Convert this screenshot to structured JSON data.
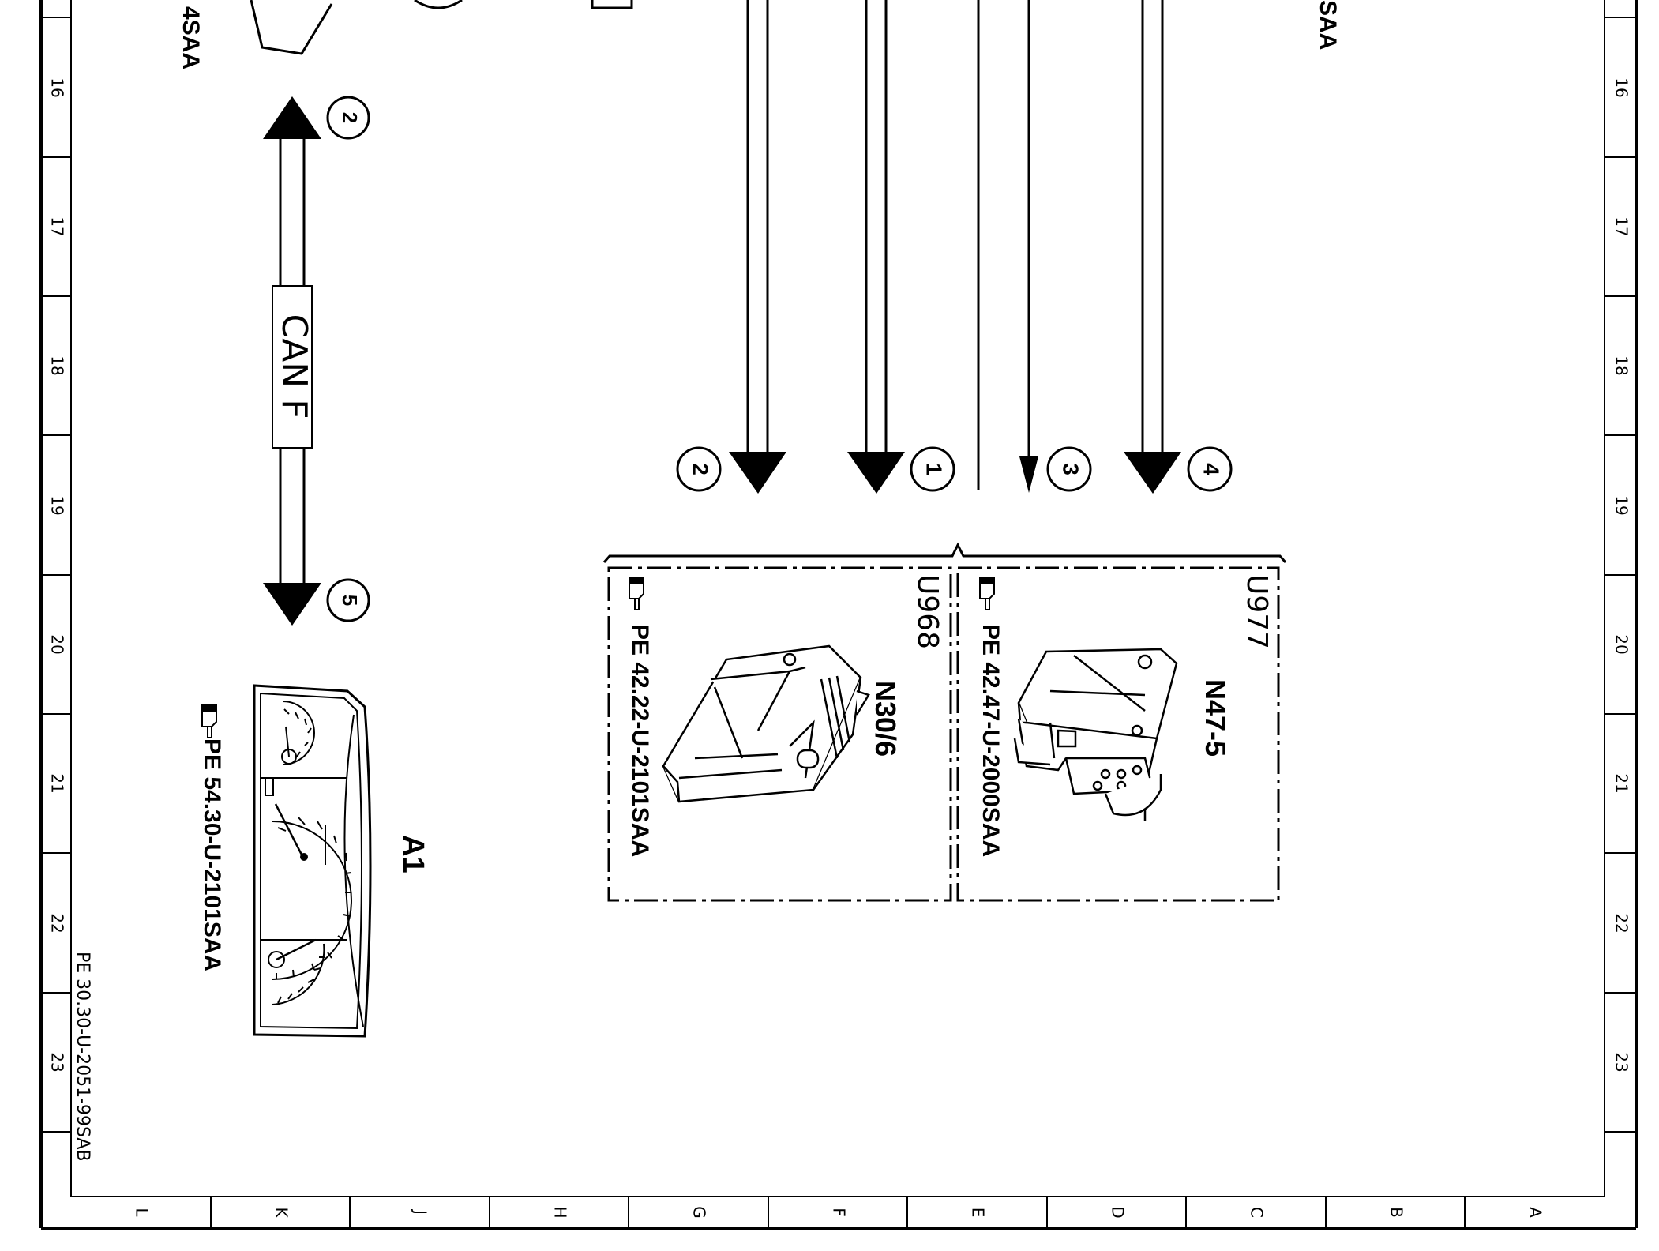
{
  "sheet": {
    "row_labels": [
      "16",
      "17",
      "18",
      "19",
      "20",
      "21",
      "22",
      "23"
    ],
    "column_labels": [
      "L",
      "K",
      "J",
      "H",
      "G",
      "F",
      "E",
      "D",
      "C",
      "B",
      "A"
    ],
    "drawing_number": "PE 30.30-U-2051-99SAB",
    "top_fragment_left": "4SAA",
    "top_fragment_right": "SAA"
  },
  "can_bus": {
    "label": "CAN F",
    "connector_top": "2",
    "connector_bottom": "5"
  },
  "instrument_cluster": {
    "designation": "A1",
    "reference": "PE 54.30-U-2101SAA",
    "icon": "hand-pointer-icon"
  },
  "connectors": [
    {
      "number": "2"
    },
    {
      "number": "1"
    },
    {
      "number": "3"
    },
    {
      "number": "4"
    }
  ],
  "modules": [
    {
      "location": "U968",
      "designation": "N30/6",
      "reference": "PE 42.22-U-2101SAA",
      "icon": "hand-pointer-icon"
    },
    {
      "location": "U977",
      "designation": "N47-5",
      "reference": "PE 42.47-U-2000SAA",
      "icon": "hand-pointer-icon"
    }
  ]
}
